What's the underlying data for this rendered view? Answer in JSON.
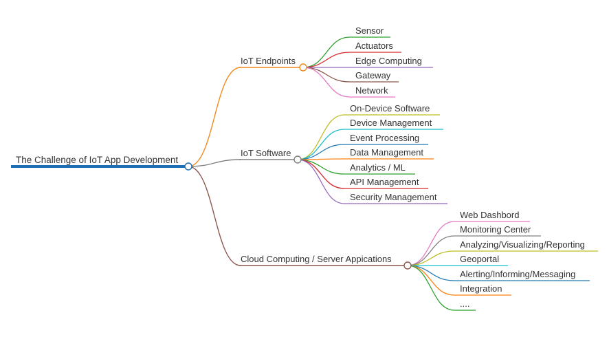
{
  "mindmap": {
    "root": {
      "label": "The Challenge of IoT App Development",
      "color": "#1f6fb2"
    },
    "branches": [
      {
        "label": "IoT Endpoints",
        "color": "#ef8a1e",
        "children": [
          {
            "label": "Sensor",
            "color": "#2ca02c"
          },
          {
            "label": "Actuators",
            "color": "#d62728"
          },
          {
            "label": "Edge Computing",
            "color": "#9467bd"
          },
          {
            "label": "Gateway",
            "color": "#8c564b"
          },
          {
            "label": "Network",
            "color": "#e377c2"
          }
        ]
      },
      {
        "label": "IoT Software",
        "color": "#7f7f7f",
        "children": [
          {
            "label": "On-Device Software",
            "color": "#bcbd22"
          },
          {
            "label": "Device Management",
            "color": "#17becf"
          },
          {
            "label": "Event Processing",
            "color": "#1f77b4"
          },
          {
            "label": "Data Management",
            "color": "#ff7f0e"
          },
          {
            "label": "Analytics / ML",
            "color": "#2ca02c"
          },
          {
            "label": "API Management",
            "color": "#d62728"
          },
          {
            "label": "Security Management",
            "color": "#9467bd"
          }
        ]
      },
      {
        "label": "Cloud Computing / Server Appications",
        "color": "#8c564b",
        "children": [
          {
            "label": "Web Dashbord",
            "color": "#e377c2"
          },
          {
            "label": "Monitoring Center",
            "color": "#7f7f7f"
          },
          {
            "label": "Analyzing/Visualizing/Reporting",
            "color": "#bcbd22"
          },
          {
            "label": "Geoportal",
            "color": "#17becf"
          },
          {
            "label": "Alerting/Informing/Messaging",
            "color": "#1f77b4"
          },
          {
            "label": "Integration",
            "color": "#ff7f0e"
          },
          {
            "label": "....",
            "color": "#2ca02c"
          }
        ]
      }
    ]
  }
}
